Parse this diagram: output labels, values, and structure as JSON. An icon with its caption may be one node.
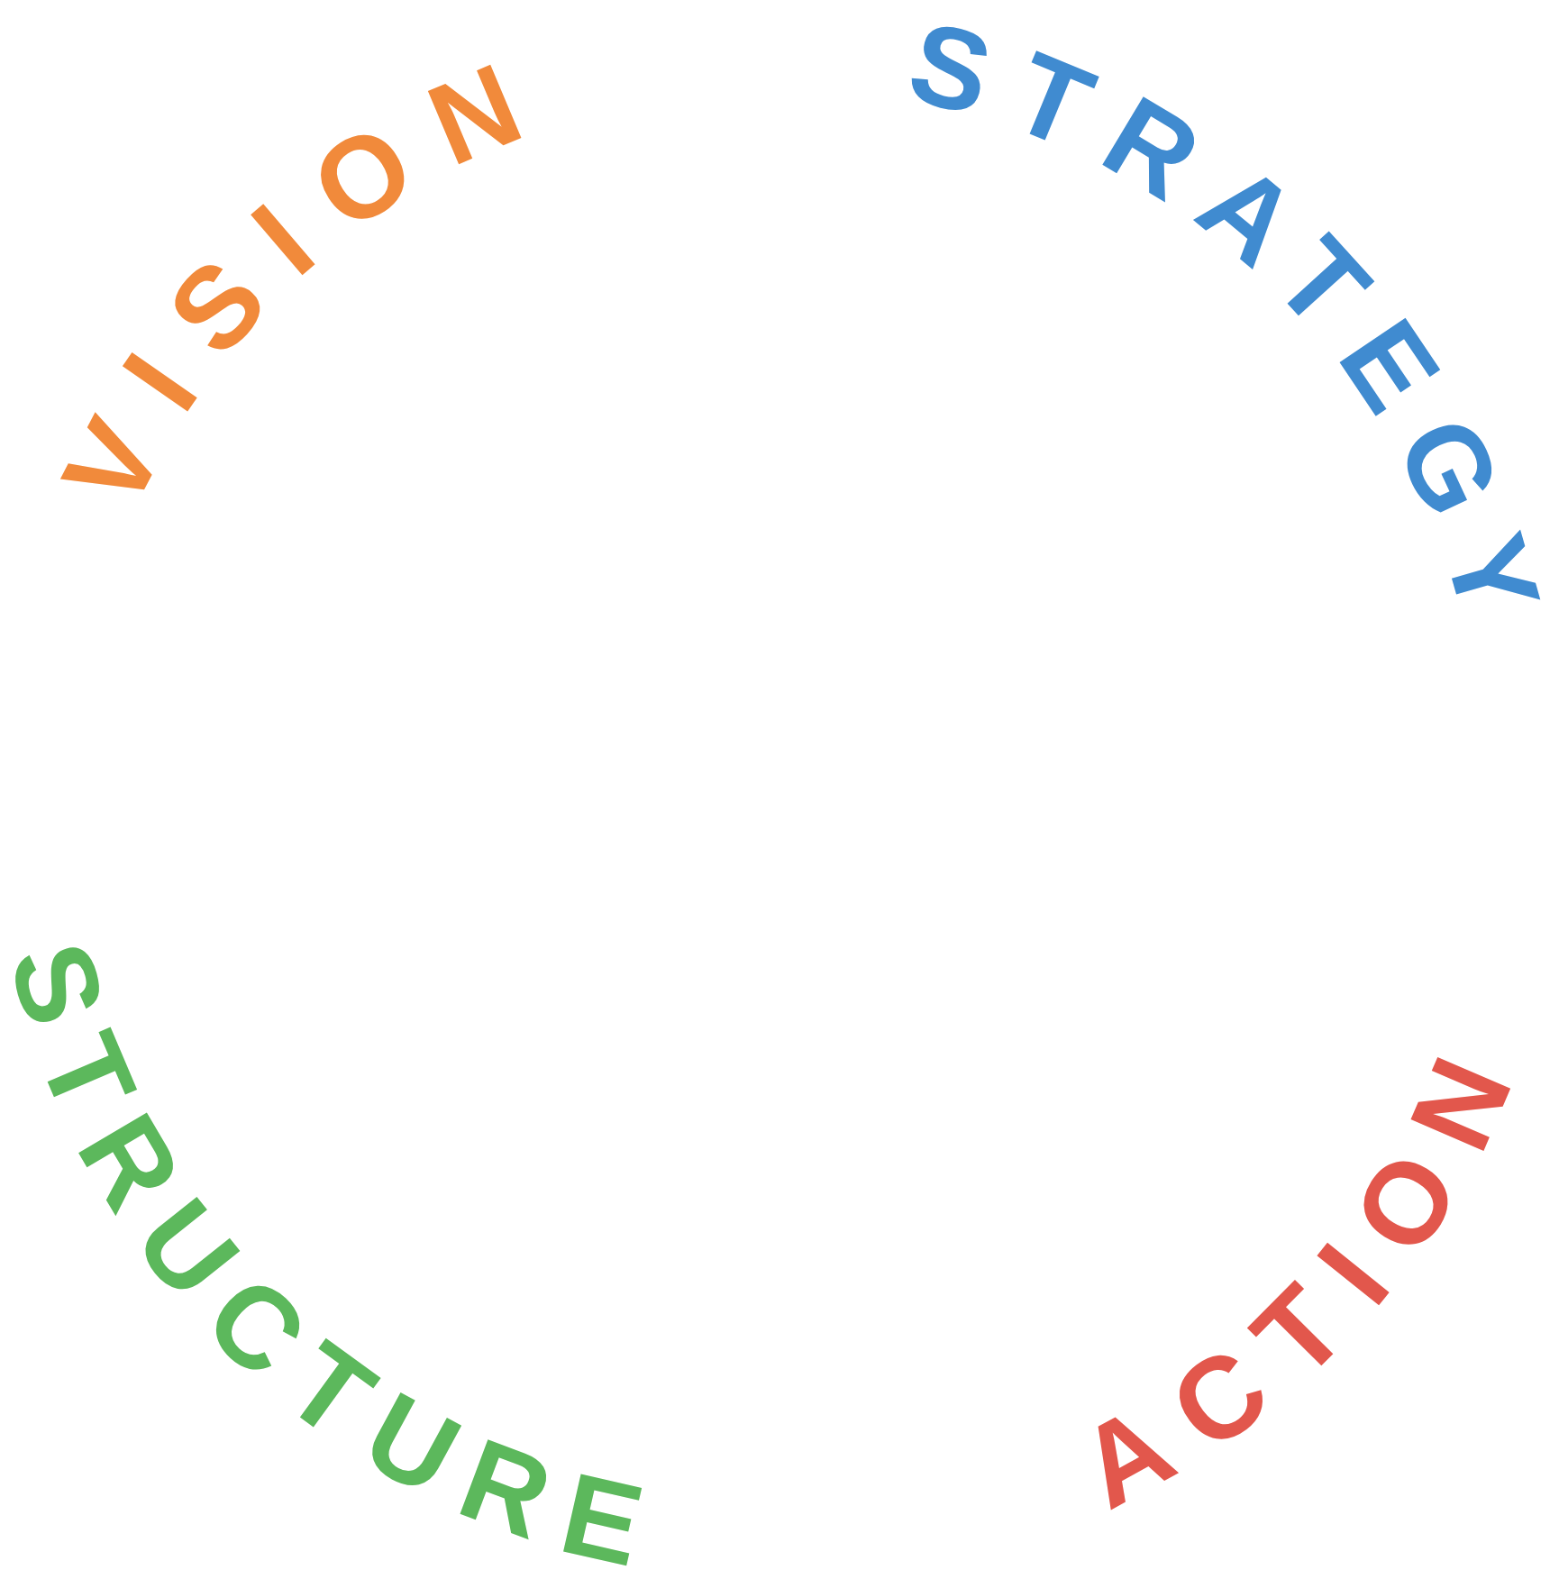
{
  "diagram": {
    "labels": [
      "VISION",
      "STRATEGY",
      "STRUCTURE",
      "ACTION"
    ]
  }
}
